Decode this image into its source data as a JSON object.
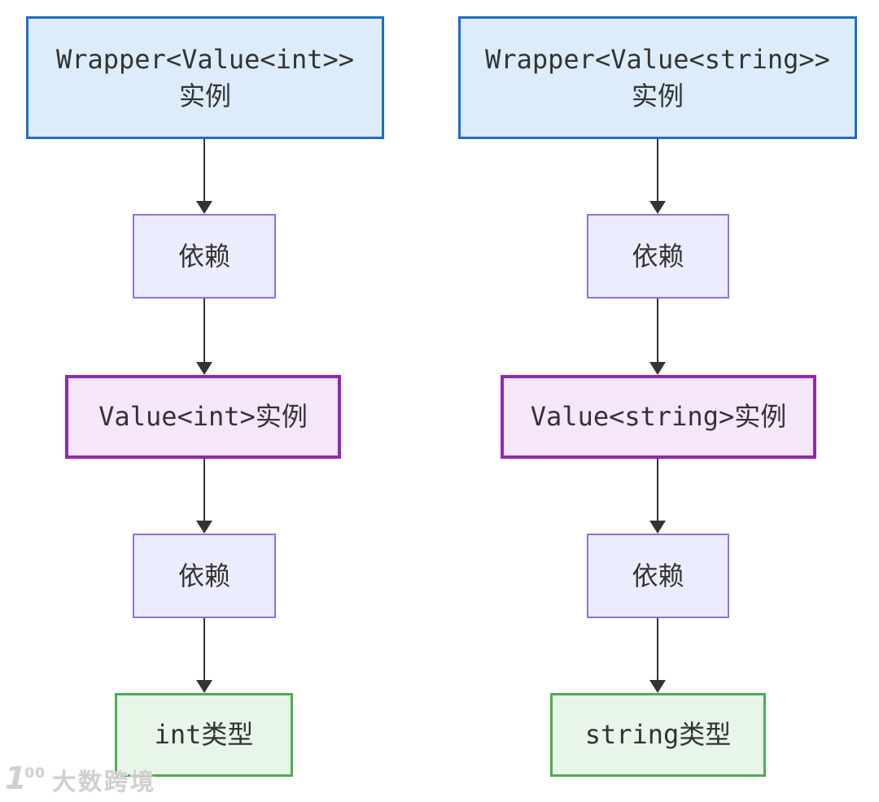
{
  "diagram": {
    "type": "flowchart",
    "direction": "top-down",
    "columns": [
      {
        "id": "int-chain",
        "nodes": [
          {
            "kind": "wrapper",
            "title": "Wrapper<Value<int>>",
            "subtitle": "实例"
          },
          {
            "kind": "dependency",
            "label": "依赖"
          },
          {
            "kind": "value",
            "label": "Value<int>实例"
          },
          {
            "kind": "dependency",
            "label": "依赖"
          },
          {
            "kind": "type",
            "label": "int类型"
          }
        ]
      },
      {
        "id": "string-chain",
        "nodes": [
          {
            "kind": "wrapper",
            "title": "Wrapper<Value<string>>",
            "subtitle": "实例"
          },
          {
            "kind": "dependency",
            "label": "依赖"
          },
          {
            "kind": "value",
            "label": "Value<string>实例"
          },
          {
            "kind": "dependency",
            "label": "依赖"
          },
          {
            "kind": "type",
            "label": "string类型"
          }
        ]
      }
    ],
    "edges": [
      {
        "from": "wrapper-int",
        "to": "dep-int-1"
      },
      {
        "from": "dep-int-1",
        "to": "value-int"
      },
      {
        "from": "value-int",
        "to": "dep-int-2"
      },
      {
        "from": "dep-int-2",
        "to": "type-int"
      },
      {
        "from": "wrapper-string",
        "to": "dep-string-1"
      },
      {
        "from": "dep-string-1",
        "to": "value-string"
      },
      {
        "from": "value-string",
        "to": "dep-string-2"
      },
      {
        "from": "dep-string-2",
        "to": "type-string"
      }
    ],
    "colors": {
      "wrapper_fill": "#dcecfb",
      "wrapper_border": "#1c6fc2",
      "dependency_fill": "#ececff",
      "dependency_border": "#9370db",
      "value_fill": "#f5e6fa",
      "value_border": "#9229ae",
      "type_fill": "#e8f5e9",
      "type_border": "#4caf50",
      "edge": "#333333",
      "text": "#333333",
      "background": "#ffffff"
    }
  },
  "watermark": {
    "logo_digit": "1",
    "logo_sup": "00",
    "brand": "大数跨境"
  }
}
